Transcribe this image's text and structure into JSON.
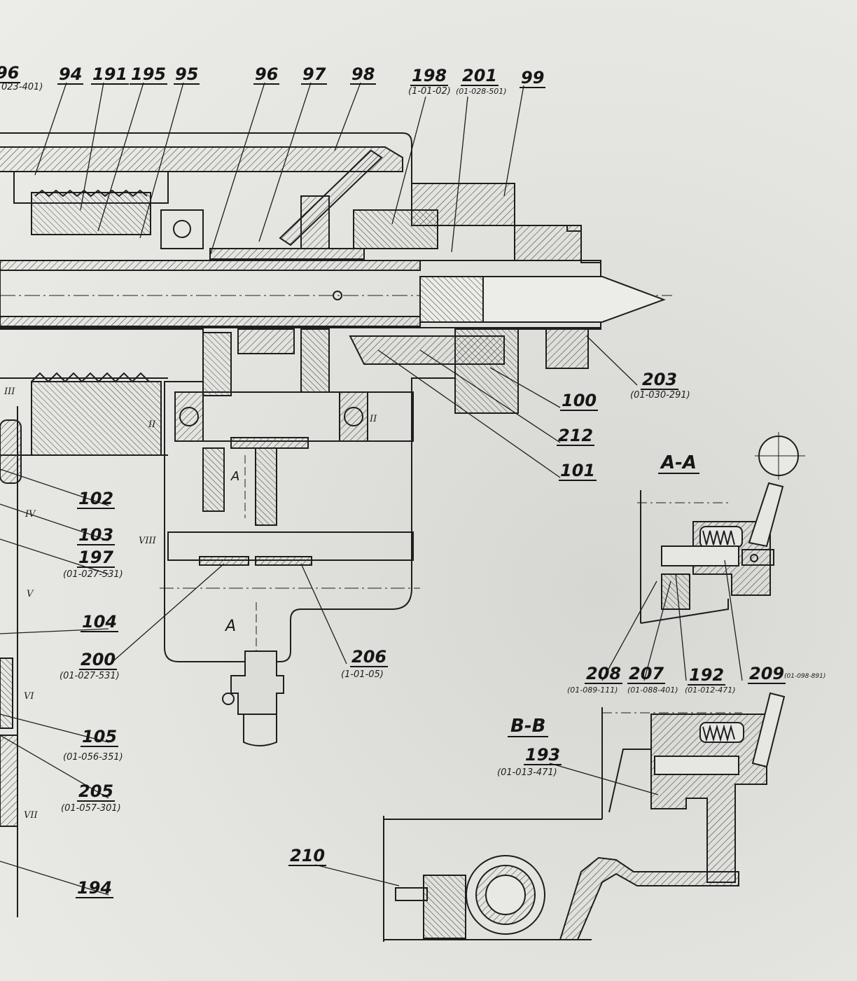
{
  "labels_top": [
    {
      "num": "96",
      "sub": "023-401)"
    },
    {
      "num": "94",
      "sub": ""
    },
    {
      "num": "191",
      "sub": ""
    },
    {
      "num": "195",
      "sub": ""
    },
    {
      "num": "95",
      "sub": ""
    },
    {
      "num": "96",
      "sub": ""
    },
    {
      "num": "97",
      "sub": ""
    },
    {
      "num": "98",
      "sub": ""
    },
    {
      "num": "198",
      "sub": "(1-01-02)"
    },
    {
      "num": "201",
      "sub": "(01-028-501)"
    },
    {
      "num": "99",
      "sub": ""
    }
  ],
  "labels_right": [
    {
      "num": "203",
      "sub": "(01-030-291)"
    },
    {
      "num": "100",
      "sub": ""
    },
    {
      "num": "212",
      "sub": ""
    },
    {
      "num": "101",
      "sub": ""
    }
  ],
  "labels_left": [
    {
      "num": "102",
      "sub": ""
    },
    {
      "num": "103",
      "sub": ""
    },
    {
      "num": "197",
      "sub": "(01-027-531)"
    },
    {
      "num": "104",
      "sub": ""
    },
    {
      "num": "200",
      "sub": "(01-027-531)"
    },
    {
      "num": "105",
      "sub": "(01-056-351)"
    },
    {
      "num": "205",
      "sub": "(01-057-301)"
    },
    {
      "num": "194",
      "sub": ""
    }
  ],
  "labels_bottom": [
    {
      "num": "206",
      "sub": "(1-01-05)"
    },
    {
      "num": "208",
      "sub": "(01-089-111)"
    },
    {
      "num": "207",
      "sub": "(01-088-401)"
    },
    {
      "num": "192",
      "sub": "(01-012-471)"
    },
    {
      "num": "209",
      "sub": "(01-098-891)"
    },
    {
      "num": "193",
      "sub": "(01-013-471)"
    },
    {
      "num": "210",
      "sub": ""
    }
  ],
  "sections": {
    "aa": "A-A",
    "bb": "B-B"
  },
  "cut_marks": [
    "A",
    "A"
  ],
  "shaft_numerals": [
    "III",
    "II",
    "II",
    "IV",
    "VIII",
    "V",
    "VI",
    "VII"
  ]
}
